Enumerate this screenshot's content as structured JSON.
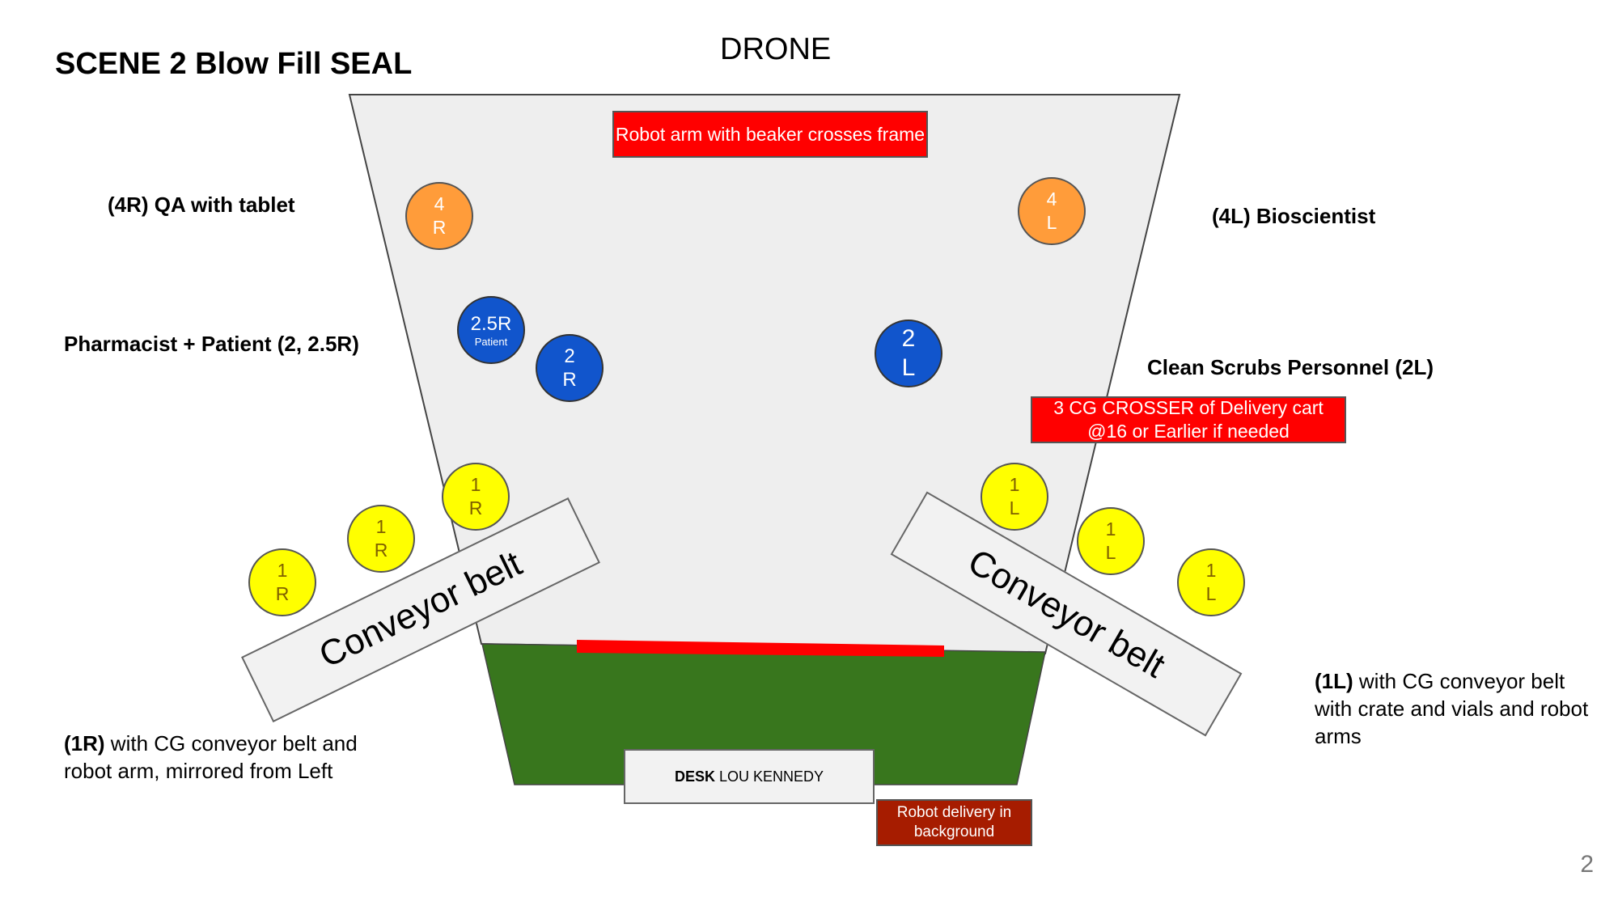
{
  "title": "SCENE 2 Blow Fill SEAL",
  "top_label": "DRONE",
  "page_number": "2",
  "colors": {
    "stage": "#eeeeee",
    "green_area": "#38761d",
    "red": "#ff0000",
    "dark_red": "#a61c00",
    "yellow": "#ffff00",
    "orange": "#ff9c3a",
    "blue": "#1155cc"
  },
  "boxes": {
    "robot_arm": "Robot arm with beaker crosses frame",
    "cg_crosser": "3 CG CROSSER of Delivery cart @16 or Earlier if needed",
    "robot_delivery": "Robot delivery in background",
    "desk_bold": "DESK",
    "desk_name": "LOU KENNEDY"
  },
  "belts": {
    "left": "Conveyor belt",
    "right": "Conveyor belt"
  },
  "labels": {
    "qa": "(4R) QA with tablet",
    "bioscientist": "(4L) Bioscientist",
    "pharmacist": "Pharmacist + Patient (2, 2.5R)",
    "clean_scrubs": "Clean Scrubs Personnel (2L)",
    "one_r_bold": "(1R)",
    "one_r_text": "with CG conveyor belt and robot arm, mirrored from Left",
    "one_l_bold": "(1L)",
    "one_l_text": "with CG conveyor belt with crate and vials and robot arms"
  },
  "markers": {
    "m4r": {
      "top": "4",
      "bottom": "R"
    },
    "m4l": {
      "top": "4",
      "bottom": "L"
    },
    "m25r": {
      "top": "2.5R",
      "bottom": "Patient"
    },
    "m2r": {
      "top": "2",
      "bottom": "R"
    },
    "m2l": {
      "top": "2",
      "bottom": "L"
    },
    "m1r_a": {
      "top": "1",
      "bottom": "R"
    },
    "m1r_b": {
      "top": "1",
      "bottom": "R"
    },
    "m1r_c": {
      "top": "1",
      "bottom": "R"
    },
    "m1l_a": {
      "top": "1",
      "bottom": "L"
    },
    "m1l_b": {
      "top": "1",
      "bottom": "L"
    },
    "m1l_c": {
      "top": "1",
      "bottom": "L"
    }
  }
}
